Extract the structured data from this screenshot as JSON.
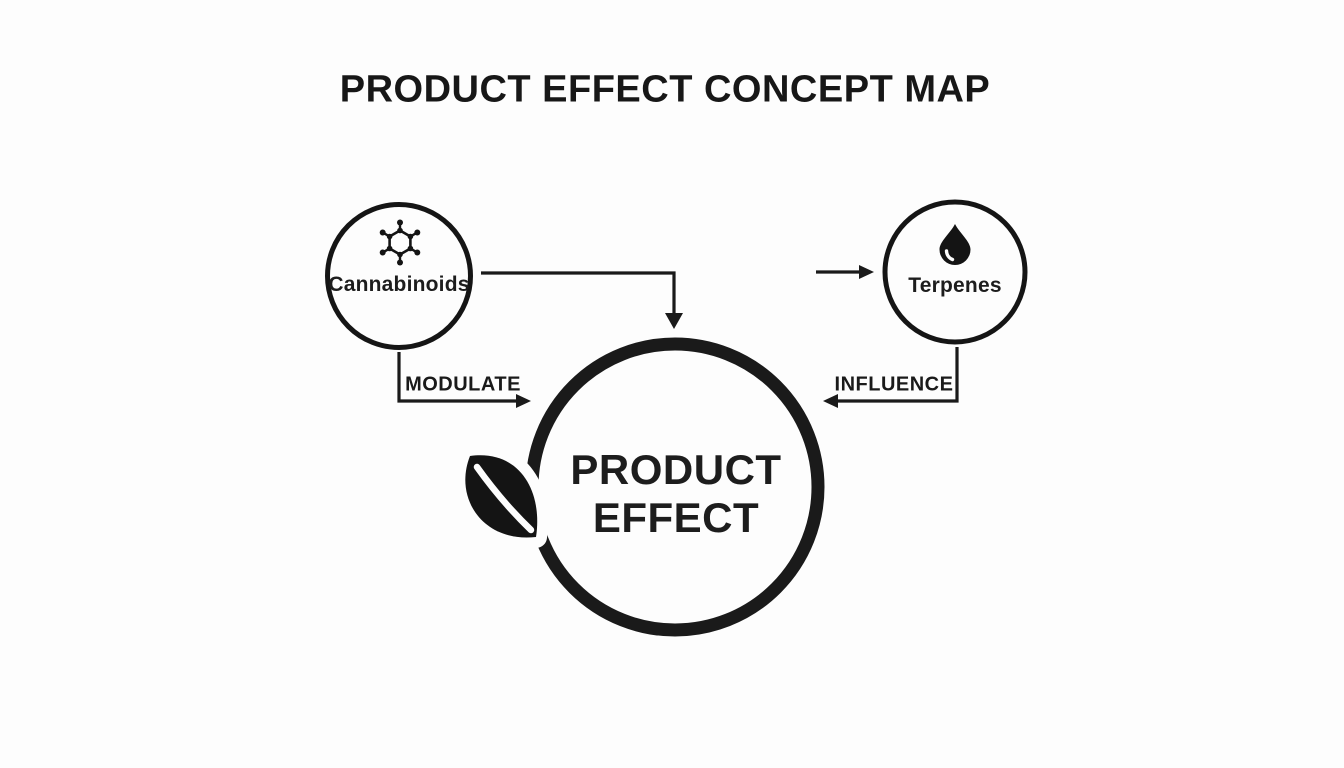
{
  "title": "PRODUCT EFFECT CONCEPT MAP",
  "colors": {
    "ink": "#1a1a1a",
    "background": "#fdfdfd"
  },
  "diagram": {
    "nodes": {
      "cannabinoids": {
        "label": "Cannabinoids",
        "icon": "molecule-icon"
      },
      "terpenes": {
        "label": "Terpenes",
        "icon": "droplet-icon"
      },
      "product_effect": {
        "label": "PRODUCT EFFECT",
        "icon": "leaf-icon"
      }
    },
    "edges": [
      {
        "from": "cannabinoids",
        "to": "product_effect",
        "label": "MODULATE"
      },
      {
        "from": "terpenes",
        "to": "product_effect",
        "label": "INFLUENCE"
      },
      {
        "from": "cannabinoids",
        "to": "product_effect",
        "label": ""
      },
      {
        "from": "external",
        "to": "terpenes",
        "label": ""
      }
    ]
  }
}
